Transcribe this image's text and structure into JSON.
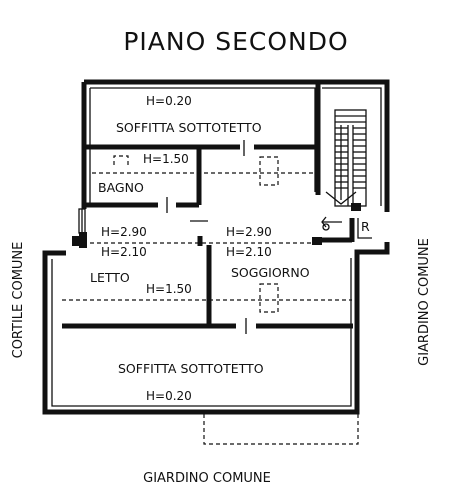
{
  "title": "PIANO SECONDO",
  "rooms": {
    "soffitta_top": {
      "label": "SOFFITTA SOTTOTETTO",
      "height": "H=0.20"
    },
    "bagno": {
      "label": "BAGNO",
      "height": "H=1.50"
    },
    "letto": {
      "label": "LETTO",
      "height_top": "H=2.90",
      "height_bottom": "H=2.10",
      "height_low": "H=1.50"
    },
    "soggiorno": {
      "label": "SOGGIORNO",
      "height_top": "H=2.90",
      "height_bottom": "H=2.10"
    },
    "soffitta_bottom": {
      "label": "SOFFITTA SOTTOTETTO",
      "height": "H=0.20"
    },
    "stair_mark": "R"
  },
  "surroundings": {
    "left": "CORTILE COMUNE",
    "right": "GIARDINO COMUNE",
    "bottom": "GIARDINO COMUNE"
  }
}
